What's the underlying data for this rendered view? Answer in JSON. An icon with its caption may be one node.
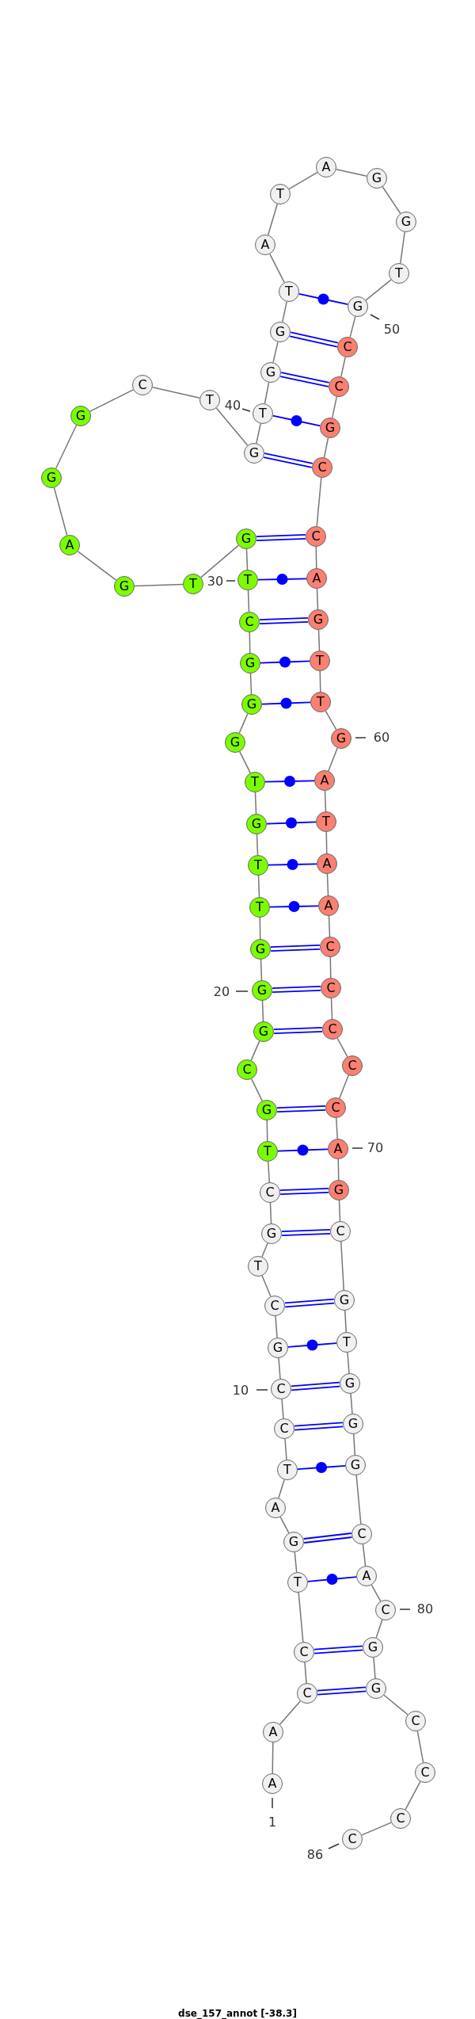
{
  "diagram": {
    "caption": "dse_157_annot [-38.3]",
    "nodes": [
      {
        "text": [
          "A"
        ],
        "beside": [
          "1"
        ]
      },
      {
        "text": [
          "A"
        ]
      },
      {
        "text": [
          "C"
        ]
      },
      {
        "text": [
          "C"
        ]
      },
      {
        "text": [
          "T"
        ]
      },
      {
        "text": [
          "G"
        ]
      },
      {
        "text": [
          "A"
        ]
      },
      {
        "text": [
          "T"
        ]
      },
      {
        "text": [
          "C"
        ]
      },
      {
        "text": [
          "C"
        ],
        "beside": [
          "10"
        ]
      },
      {
        "text": [
          "G"
        ]
      },
      {
        "text": [
          "C"
        ]
      },
      {
        "text": [
          "T"
        ]
      },
      {
        "text": [
          "G"
        ]
      },
      {
        "text": [
          "C"
        ]
      },
      {
        "text": [
          "T"
        ]
      },
      {
        "text": [
          "G"
        ]
      },
      {
        "text": [
          "C"
        ]
      },
      {
        "text": [
          "G"
        ]
      },
      {
        "text": [
          "G"
        ],
        "beside": [
          "20"
        ]
      },
      {
        "text": [
          "G"
        ]
      },
      {
        "text": [
          "T"
        ]
      },
      {
        "text": [
          "T"
        ]
      },
      {
        "text": [
          "G"
        ]
      },
      {
        "text": [
          "T"
        ]
      },
      {
        "text": [
          "G"
        ]
      },
      {
        "text": [
          "G"
        ]
      },
      {
        "text": [
          "G"
        ]
      },
      {
        "text": [
          "C"
        ]
      },
      {
        "text": [
          "T"
        ]
      },
      {
        "text": [
          "G"
        ]
      },
      {
        "text": [
          "T"
        ]
      },
      {
        "text": [
          "G"
        ]
      },
      {
        "text": [
          "A"
        ]
      },
      {
        "text": [
          "G"
        ]
      },
      {
        "text": [
          "G"
        ]
      },
      {
        "text": [
          "C"
        ]
      },
      {
        "text": [
          "T"
        ]
      },
      {
        "text": [
          "G"
        ]
      },
      {
        "text": [
          "T"
        ]
      },
      {
        "text": [
          "G"
        ]
      },
      {
        "text": [
          "G"
        ]
      },
      {
        "text": [
          "T"
        ]
      },
      {
        "text": [
          "A"
        ]
      },
      {
        "text": [
          "T"
        ]
      },
      {
        "text": [
          "A"
        ]
      },
      {
        "text": [
          "G"
        ]
      },
      {
        "text": [
          "G"
        ]
      },
      {
        "text": [
          "T"
        ]
      },
      {
        "text": [
          "G"
        ],
        "beside": [
          "50"
        ]
      },
      {
        "text": [
          "C"
        ]
      },
      {
        "text": [
          "C"
        ]
      },
      {
        "text": [
          "G"
        ]
      },
      {
        "text": [
          "C"
        ]
      },
      {
        "text": [
          "C"
        ]
      },
      {
        "text": [
          "A"
        ]
      },
      {
        "text": [
          "G"
        ]
      },
      {
        "text": [
          "T"
        ]
      },
      {
        "text": [
          "T"
        ]
      },
      {
        "text": [
          "G"
        ],
        "beside": [
          "60"
        ]
      },
      {
        "text": [
          "A"
        ]
      },
      {
        "text": [
          "T"
        ]
      },
      {
        "text": [
          "A"
        ]
      },
      {
        "text": [
          "A"
        ]
      },
      {
        "text": [
          "C"
        ]
      },
      {
        "text": [
          "C"
        ]
      },
      {
        "text": [
          "C"
        ]
      },
      {
        "text": [
          "C"
        ]
      },
      {
        "text": [
          "C"
        ]
      },
      {
        "text": [
          "A"
        ],
        "beside": [
          "70"
        ]
      },
      {
        "text": [
          "G"
        ]
      },
      {
        "text": [
          "C"
        ]
      },
      {
        "text": [
          "G"
        ]
      },
      {
        "text": [
          "T"
        ]
      },
      {
        "text": [
          "G"
        ]
      },
      {
        "text": [
          "G"
        ]
      },
      {
        "text": [
          "G"
        ]
      },
      {
        "text": [
          "C"
        ]
      },
      {
        "text": [
          "A"
        ]
      },
      {
        "text": [
          "C"
        ],
        "beside": [
          "80"
        ]
      },
      {
        "text": [
          "G"
        ]
      },
      {
        "text": [
          "G"
        ]
      },
      {
        "text": [
          "C"
        ]
      },
      {
        "text": [
          "C"
        ]
      },
      {
        "text": [
          "C"
        ]
      },
      {
        "text": [
          "C"
        ],
        "beside": [
          "86"
        ]
      }
    ],
    "edges": [
      {
        "from": 0,
        "to": 1,
        "arrow": "none"
      },
      {
        "from": 1,
        "to": 2,
        "arrow": "none"
      },
      {
        "from": 2,
        "to": 3,
        "arrow": "none"
      },
      {
        "from": 3,
        "to": 4,
        "arrow": "none"
      },
      {
        "from": 4,
        "to": 5,
        "arrow": "none"
      },
      {
        "from": 5,
        "to": 6,
        "arrow": "none"
      },
      {
        "from": 6,
        "to": 7,
        "arrow": "none"
      },
      {
        "from": 7,
        "to": 8,
        "arrow": "none"
      },
      {
        "from": 8,
        "to": 9,
        "arrow": "none"
      },
      {
        "from": 9,
        "to": 10,
        "arrow": "none"
      },
      {
        "from": 10,
        "to": 11,
        "arrow": "none"
      },
      {
        "from": 11,
        "to": 12,
        "arrow": "none"
      },
      {
        "from": 12,
        "to": 13,
        "arrow": "none"
      },
      {
        "from": 13,
        "to": 14,
        "arrow": "none"
      },
      {
        "from": 14,
        "to": 15,
        "arrow": "none"
      },
      {
        "from": 15,
        "to": 16,
        "arrow": "none"
      },
      {
        "from": 16,
        "to": 17,
        "arrow": "none"
      },
      {
        "from": 17,
        "to": 18,
        "arrow": "none"
      },
      {
        "from": 18,
        "to": 19,
        "arrow": "none"
      },
      {
        "from": 19,
        "to": 20,
        "arrow": "none"
      },
      {
        "from": 20,
        "to": 21,
        "arrow": "none"
      },
      {
        "from": 21,
        "to": 22,
        "arrow": "none"
      },
      {
        "from": 22,
        "to": 23,
        "arrow": "none"
      },
      {
        "from": 23,
        "to": 24,
        "arrow": "none"
      },
      {
        "from": 24,
        "to": 25,
        "arrow": "none"
      },
      {
        "from": 25,
        "to": 26,
        "arrow": "none"
      },
      {
        "from": 26,
        "to": 27,
        "arrow": "none"
      },
      {
        "from": 27,
        "to": 28,
        "arrow": "none"
      },
      {
        "from": 28,
        "to": 29,
        "arrow": "none"
      },
      {
        "from": 29,
        "to": 30,
        "arrow": "none"
      },
      {
        "from": 30,
        "to": 31,
        "arrow": "none"
      },
      {
        "from": 31,
        "to": 32,
        "arrow": "none"
      },
      {
        "from": 32,
        "to": 33,
        "arrow": "none"
      },
      {
        "from": 33,
        "to": 34,
        "arrow": "none"
      },
      {
        "from": 34,
        "to": 35,
        "arrow": "none"
      },
      {
        "from": 35,
        "to": 36,
        "arrow": "none"
      },
      {
        "from": 36,
        "to": 37,
        "arrow": "none"
      },
      {
        "from": 37,
        "to": 38,
        "arrow": "none"
      },
      {
        "from": 38,
        "to": 39,
        "arrow": "none"
      },
      {
        "from": 39,
        "to": 40,
        "arrow": "none"
      },
      {
        "from": 40,
        "to": 41,
        "arrow": "none"
      },
      {
        "from": 41,
        "to": 42,
        "arrow": "none"
      },
      {
        "from": 42,
        "to": 43,
        "arrow": "none"
      },
      {
        "from": 43,
        "to": 44,
        "arrow": "none"
      },
      {
        "from": 44,
        "to": 45,
        "arrow": "none"
      },
      {
        "from": 45,
        "to": 46,
        "arrow": "none"
      },
      {
        "from": 46,
        "to": 47,
        "arrow": "none"
      },
      {
        "from": 47,
        "to": 48,
        "arrow": "none"
      },
      {
        "from": 48,
        "to": 49,
        "arrow": "none"
      },
      {
        "from": 49,
        "to": 50,
        "arrow": "none"
      },
      {
        "from": 50,
        "to": 51,
        "arrow": "none"
      },
      {
        "from": 51,
        "to": 52,
        "arrow": "none"
      },
      {
        "from": 52,
        "to": 53,
        "arrow": "none"
      },
      {
        "from": 53,
        "to": 54,
        "arrow": "none"
      },
      {
        "from": 54,
        "to": 55,
        "arrow": "none"
      },
      {
        "from": 55,
        "to": 56,
        "arrow": "none"
      },
      {
        "from": 56,
        "to": 57,
        "arrow": "none"
      },
      {
        "from": 57,
        "to": 58,
        "arrow": "none"
      },
      {
        "from": 58,
        "to": 59,
        "arrow": "none"
      },
      {
        "from": 59,
        "to": 60,
        "arrow": "none"
      },
      {
        "from": 60,
        "to": 61,
        "arrow": "none"
      },
      {
        "from": 61,
        "to": 62,
        "arrow": "none"
      },
      {
        "from": 62,
        "to": 63,
        "arrow": "none"
      },
      {
        "from": 63,
        "to": 64,
        "arrow": "none"
      },
      {
        "from": 64,
        "to": 65,
        "arrow": "none"
      },
      {
        "from": 65,
        "to": 66,
        "arrow": "none"
      },
      {
        "from": 66,
        "to": 67,
        "arrow": "none"
      },
      {
        "from": 67,
        "to": 68,
        "arrow": "none"
      },
      {
        "from": 68,
        "to": 69,
        "arrow": "none"
      },
      {
        "from": 69,
        "to": 70,
        "arrow": "none"
      },
      {
        "from": 70,
        "to": 71,
        "arrow": "none"
      },
      {
        "from": 71,
        "to": 72,
        "arrow": "none"
      },
      {
        "from": 72,
        "to": 73,
        "arrow": "none"
      },
      {
        "from": 73,
        "to": 74,
        "arrow": "none"
      },
      {
        "from": 74,
        "to": 75,
        "arrow": "none"
      },
      {
        "from": 75,
        "to": 76,
        "arrow": "none"
      },
      {
        "from": 76,
        "to": 77,
        "arrow": "none"
      },
      {
        "from": 77,
        "to": 78,
        "arrow": "none"
      },
      {
        "from": 78,
        "to": 79,
        "arrow": "none"
      },
      {
        "from": 79,
        "to": 80,
        "arrow": "none"
      },
      {
        "from": 80,
        "to": 81,
        "arrow": "none"
      },
      {
        "from": 81,
        "to": 82,
        "arrow": "none"
      },
      {
        "from": 82,
        "to": 83,
        "arrow": "none"
      },
      {
        "from": 83,
        "to": 84,
        "arrow": "none"
      },
      {
        "from": 84,
        "to": 85,
        "arrow": "none"
      },
      {
        "from": 42,
        "to": 49,
        "arrow": "none",
        "color": "#0000ff"
      },
      {
        "from": 41,
        "to": 50,
        "arrow": "none",
        "color": "#0000ff"
      },
      {
        "from": 40,
        "to": 51,
        "arrow": "none",
        "color": "#0000ff"
      },
      {
        "from": 39,
        "to": 52,
        "arrow": "none",
        "color": "#0000ff"
      },
      {
        "from": 38,
        "to": 53,
        "arrow": "none",
        "color": "#0000ff"
      },
      {
        "from": 30,
        "to": 54,
        "arrow": "none",
        "color": "#0000ff"
      },
      {
        "from": 29,
        "to": 55,
        "arrow": "none",
        "color": "#0000ff"
      },
      {
        "from": 28,
        "to": 56,
        "arrow": "none",
        "color": "#0000ff"
      },
      {
        "from": 27,
        "to": 57,
        "arrow": "none",
        "color": "#0000ff"
      },
      {
        "from": 26,
        "to": 58,
        "arrow": "none",
        "color": "#0000ff"
      },
      {
        "from": 24,
        "to": 60,
        "arrow": "none",
        "color": "#0000ff"
      },
      {
        "from": 23,
        "to": 61,
        "arrow": "none",
        "color": "#0000ff"
      },
      {
        "from": 22,
        "to": 62,
        "arrow": "none",
        "color": "#0000ff"
      },
      {
        "from": 21,
        "to": 63,
        "arrow": "none",
        "color": "#0000ff"
      },
      {
        "from": 20,
        "to": 64,
        "arrow": "none",
        "color": "#0000ff"
      },
      {
        "from": 19,
        "to": 65,
        "arrow": "none",
        "color": "#0000ff"
      },
      {
        "from": 18,
        "to": 66,
        "arrow": "none",
        "color": "#0000ff"
      },
      {
        "from": 16,
        "to": 68,
        "arrow": "none",
        "color": "#0000ff"
      },
      {
        "from": 15,
        "to": 69,
        "arrow": "none",
        "color": "#0000ff"
      },
      {
        "from": 14,
        "to": 70,
        "arrow": "none",
        "color": "#0000ff"
      },
      {
        "from": 13,
        "to": 71,
        "arrow": "none",
        "color": "#0000ff"
      },
      {
        "from": 11,
        "to": 72,
        "arrow": "none",
        "color": "#0000ff"
      },
      {
        "from": 10,
        "to": 73,
        "arrow": "none",
        "color": "#0000ff"
      },
      {
        "from": 9,
        "to": 74,
        "arrow": "none",
        "color": "#0000ff"
      },
      {
        "from": 8,
        "to": 75,
        "arrow": "none",
        "color": "#0000ff"
      },
      {
        "from": 7,
        "to": 76,
        "arrow": "none",
        "color": "#0000ff"
      },
      {
        "from": 5,
        "to": 77,
        "arrow": "none",
        "color": "#0000ff"
      },
      {
        "from": 4,
        "to": 78,
        "arrow": "none",
        "color": "#0000ff"
      },
      {
        "from": 3,
        "to": 80,
        "arrow": "none",
        "color": "#0000ff"
      },
      {
        "from": 2,
        "to": 81,
        "arrow": "none",
        "color": "#0000ff"
      }
    ],
    "labels": [
      "40",
      "30"
    ]
  }
}
